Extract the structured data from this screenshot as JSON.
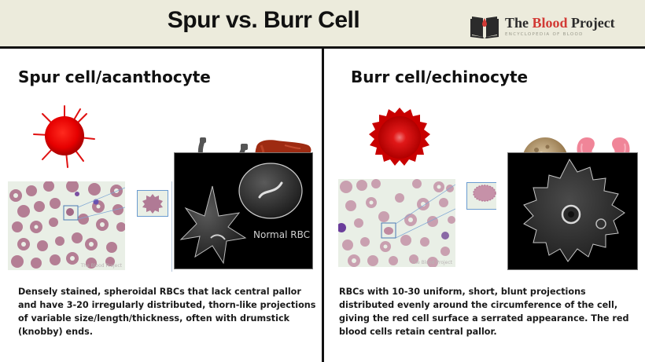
{
  "header": {
    "title": "Spur vs. Burr Cell",
    "background": "#ecebdc",
    "logo": {
      "icon": "open-book-blood-drop-icon",
      "name_part1": "The ",
      "name_part2": "Blood",
      "name_part3": " Project",
      "subtitle": "ENCYCLOPEDIA OF BLOOD",
      "accent": "#d23a35"
    }
  },
  "panels": [
    {
      "id": "spur",
      "title": "Spur cell/acanthocyte",
      "icons": [
        "spiked-red-cell-icon",
        "riding-spur-icon",
        "liver-icon"
      ],
      "smear_watermark": "The Blood Project",
      "sem_caption": "Normal RBC",
      "description": "Densely stained, spheroidal RBCs that lack central pallor and have 3-20 irregularly distributed, thorn-like projections of variable size/length/thickness, often with drumstick (knobby) ends."
    },
    {
      "id": "burr",
      "title": "Burr cell/echinocyte",
      "icons": [
        "serrated-red-cell-icon",
        "burr-seed-icon",
        "kidneys-icon"
      ],
      "smear_watermark": "The Blood Project",
      "description": "RBCs with 10-30 uniform, short, blunt projections distributed evenly around the circumference of the cell, giving the red cell surface a serrated appearance. The red blood cells retain central pallor."
    }
  ]
}
